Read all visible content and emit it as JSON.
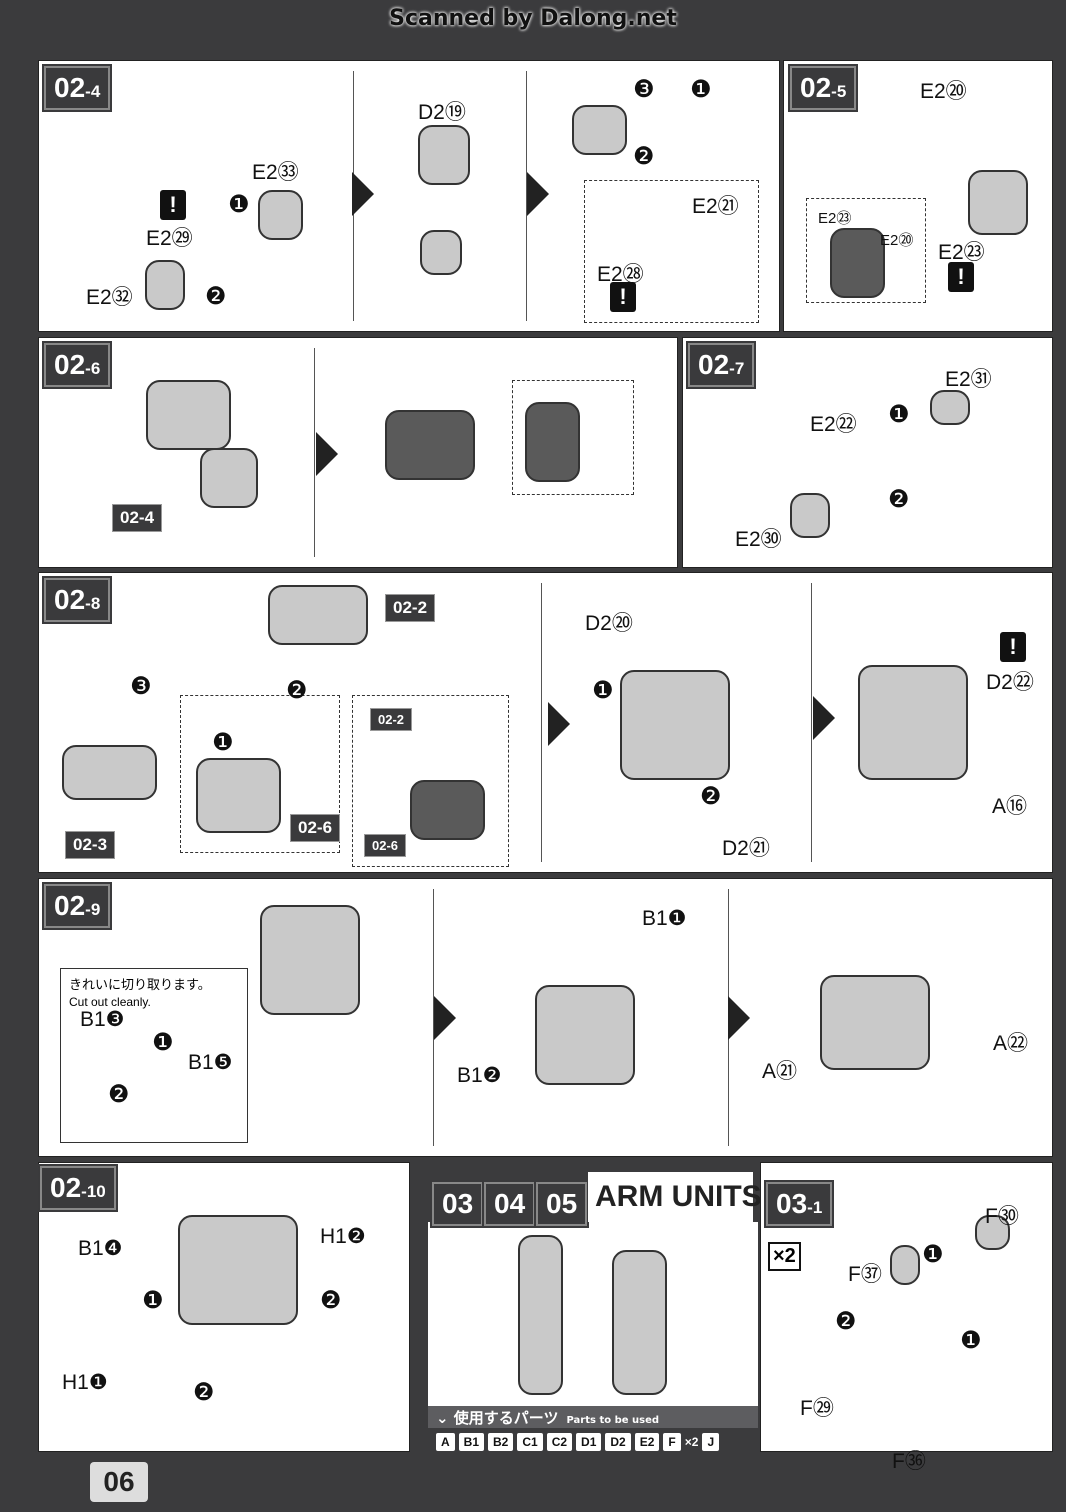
{
  "header": "Scanned by Dalong.net",
  "steps": [
    {
      "id": "02",
      "sub": "-4"
    },
    {
      "id": "02",
      "sub": "-5"
    },
    {
      "id": "02",
      "sub": "-6"
    },
    {
      "id": "02",
      "sub": "-7"
    },
    {
      "id": "02",
      "sub": "-8"
    },
    {
      "id": "02",
      "sub": "-9"
    },
    {
      "id": "02",
      "sub": "-10"
    },
    {
      "id": "03",
      "sub": "-1"
    }
  ],
  "parts": {
    "s024": [
      "E2㉝",
      "E2㉙",
      "E2㉜",
      "D2⑲",
      "E2㉑",
      "E2㉘"
    ],
    "s025": [
      "E2⑳",
      "E2㉓",
      "E2⑳",
      "E2㉓"
    ],
    "s027": [
      "E2㉛",
      "E2㉒",
      "E2㉚"
    ],
    "s028": [
      "D2⑳",
      "D2㉒",
      "A⑯",
      "D2㉑"
    ],
    "s029": [
      "B1❶",
      "B1❸",
      "B1❺",
      "B1❷",
      "A㉑",
      "A㉒"
    ],
    "s0210": [
      "B1❹",
      "H1❷",
      "H1❶"
    ],
    "s031": [
      "F㉚",
      "F㊲",
      "F㉙",
      "F㊱"
    ]
  },
  "refs": [
    "02-2",
    "02-6",
    "02-3",
    "02-2",
    "02-6",
    "02-4"
  ],
  "step_markers": [
    "❶",
    "❷",
    "❸"
  ],
  "warning": "!",
  "note": {
    "jp": "きれいに切り取ります。",
    "en": "Cut out cleanly."
  },
  "arm_units": {
    "nums": [
      "03",
      "04",
      "05"
    ],
    "title": "ARM UNITS",
    "used_jp": "使用するパーツ",
    "used_en": "Parts to be used",
    "chips": [
      "A",
      "B1",
      "B2",
      "C1",
      "C2",
      "D1",
      "D2",
      "E2",
      "F",
      "J"
    ],
    "f_mult": "×2"
  },
  "multiplier": "×2",
  "page_number": "06"
}
